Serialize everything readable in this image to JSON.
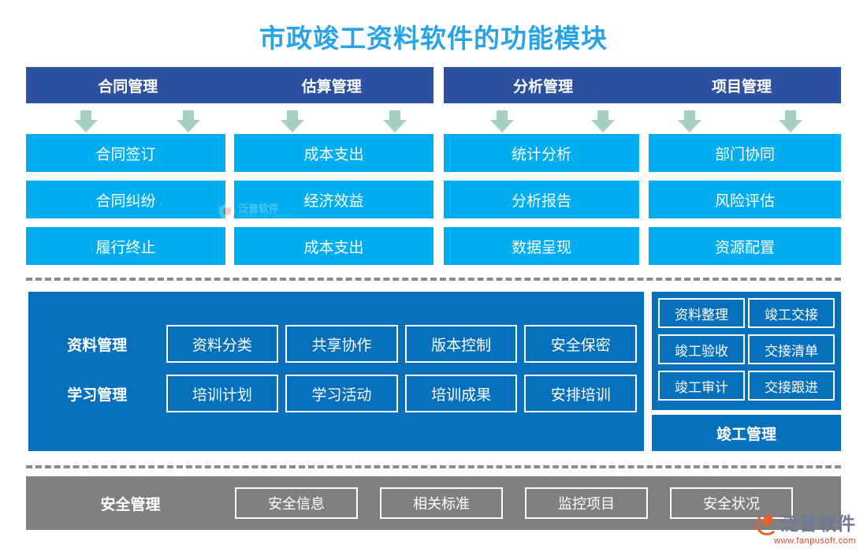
{
  "title": "市政竣工资料软件的功能模块",
  "colors": {
    "title": "#29A3E8",
    "header_bar": "#2D51A0",
    "feature_box": "#00ADEF",
    "panel_blue": "#0670BD",
    "arrow": "#A6CFC4",
    "bottom_bar": "#808080",
    "dash": "#8C8C8C",
    "logo_text": "#6B7A99",
    "logo_url": "#D9452B"
  },
  "header_groups": [
    {
      "headers": [
        "合同管理",
        "估算管理"
      ]
    },
    {
      "headers": [
        "分析管理",
        "项目管理"
      ]
    }
  ],
  "columns": [
    {
      "header": "合同管理",
      "items": [
        "合同签订",
        "合同纠纷",
        "履行终止"
      ]
    },
    {
      "header": "估算管理",
      "items": [
        "成本支出",
        "经济效益",
        "成本支出"
      ]
    },
    {
      "header": "分析管理",
      "items": [
        "统计分析",
        "分析报告",
        "数据呈现"
      ]
    },
    {
      "header": "项目管理",
      "items": [
        "部门协同",
        "风险评估",
        "资源配置"
      ]
    }
  ],
  "middle_panel": {
    "rows": [
      {
        "label": "资料管理",
        "items": [
          "资料分类",
          "共享协作",
          "版本控制",
          "安全保密"
        ]
      },
      {
        "label": "学习管理",
        "items": [
          "培训计划",
          "学习活动",
          "培训成果",
          "安排培训"
        ]
      }
    ]
  },
  "right_panel": {
    "col1": [
      "资料整理",
      "竣工验收",
      "竣工审计"
    ],
    "col2": [
      "竣工交接",
      "交接清单",
      "交接跟进"
    ],
    "footer": "竣工管理"
  },
  "bottom_bar": {
    "label": "安全管理",
    "items": [
      "安全信息",
      "相关标准",
      "监控项目",
      "安全状况"
    ]
  },
  "watermark": {
    "name": "泛普软件",
    "sub": "FANPU SOFTWARE"
  },
  "logo": {
    "name": "泛普软件",
    "url": "www.fanpusoft.com"
  }
}
